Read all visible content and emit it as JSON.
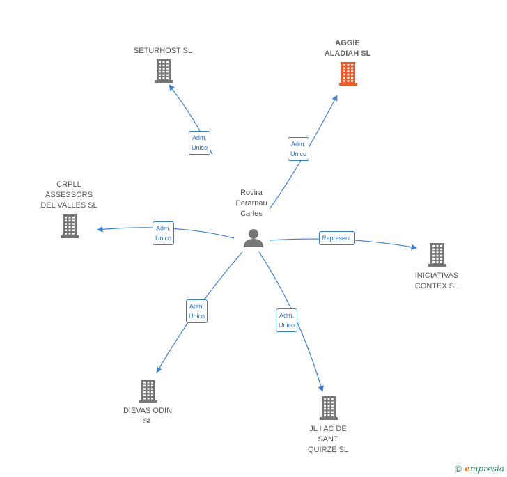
{
  "center": {
    "name_lines": [
      "Rovira",
      "Perarnau",
      "Carles"
    ],
    "icon": "person-icon"
  },
  "nodes": [
    {
      "id": "seturhost",
      "lines": [
        "SETURHOST SL"
      ],
      "icon": "building-icon",
      "color": "#777777"
    },
    {
      "id": "aggie",
      "lines": [
        "AGGIE",
        "ALADIAH  SL"
      ],
      "icon": "building-icon",
      "color": "#f05a28"
    },
    {
      "id": "crpll",
      "lines": [
        "CRPLL",
        "ASSESSORS",
        "DEL VALLES  SL"
      ],
      "icon": "building-icon",
      "color": "#777777"
    },
    {
      "id": "iniciativas",
      "lines": [
        "INICIATIVAS",
        "CONTEX  SL"
      ],
      "icon": "building-icon",
      "color": "#777777"
    },
    {
      "id": "dievas",
      "lines": [
        "DIEVAS ODIN",
        "SL"
      ],
      "icon": "building-icon",
      "color": "#777777"
    },
    {
      "id": "jliac",
      "lines": [
        "JL I AC DE",
        "SANT",
        "QUIRZE SL"
      ],
      "icon": "building-icon",
      "color": "#777777"
    }
  ],
  "edges": [
    {
      "to": "seturhost",
      "label_lines": [
        "Adm.",
        "Unico"
      ]
    },
    {
      "to": "aggie",
      "label_lines": [
        "Adm.",
        "Unico"
      ]
    },
    {
      "to": "crpll",
      "label_lines": [
        "Adm.",
        "Unico"
      ]
    },
    {
      "to": "iniciativas",
      "label_lines": [
        "Represent."
      ]
    },
    {
      "to": "dievas",
      "label_lines": [
        "Adm.",
        "Unico"
      ]
    },
    {
      "to": "jliac",
      "label_lines": [
        "Adm.",
        "Unico"
      ]
    }
  ],
  "colors": {
    "edge": "#3b7fd0",
    "building_default": "#777777",
    "building_highlight": "#f05a28",
    "person": "#777777"
  },
  "footer": {
    "copyright_symbol": "©",
    "brand_initial": "e",
    "brand_rest": "mpresia"
  }
}
